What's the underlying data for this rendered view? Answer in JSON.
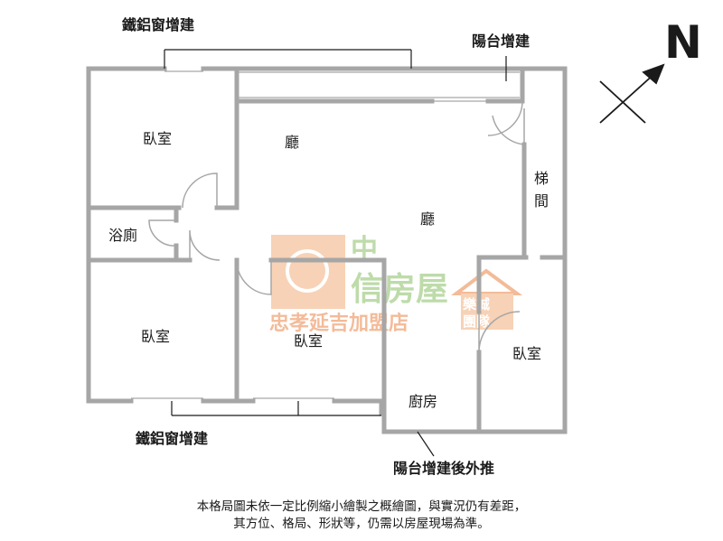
{
  "annotations": {
    "top_window": "鐵鋁窗增建",
    "top_balcony": "陽台增建",
    "bottom_window": "鐵鋁窗增建",
    "bottom_balcony": "陽台增建後外推"
  },
  "compass": {
    "letter": "N"
  },
  "rooms": {
    "bedroom_top_left": "臥室",
    "bathroom": "浴廁",
    "bedroom_bottom_left": "臥室",
    "living_top": "廳",
    "living_center": "廳",
    "bedroom_middle": "臥室",
    "kitchen": "廚房",
    "bedroom_right": "臥室",
    "stairs_1": "梯",
    "stairs_2": "間"
  },
  "watermark": {
    "top_char": "中",
    "brand": "信房屋",
    "branch": "忠孝延吉加盟店",
    "side_1": "樂誠",
    "side_2": "團隊"
  },
  "disclaimer": {
    "line1": "本格局圖未依一定比例縮小繪製之概繪圖，與實況仍有差距，",
    "line2": "其方位、格局、形狀等，仍需以房屋現場為準。"
  },
  "colors": {
    "wall": "#a6a6a6",
    "ink": "#1a1a1a",
    "watermark_orange": "#f0a577",
    "watermark_green": "#b3d69d"
  }
}
